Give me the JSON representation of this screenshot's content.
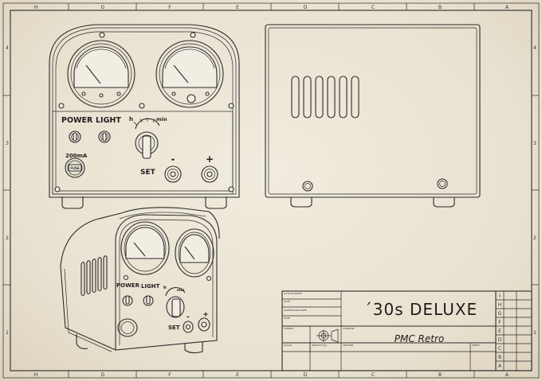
{
  "frame": {
    "zones_top": [
      "H",
      "G",
      "F",
      "E",
      "D",
      "C",
      "B",
      "A"
    ],
    "zones_bottom": [
      "H",
      "G",
      "F",
      "E",
      "D",
      "C",
      "B",
      "A"
    ],
    "zones_side": [
      "4",
      "3",
      "2",
      "1"
    ]
  },
  "front_view": {
    "power_label": "POWER",
    "light_label": "LIGHT",
    "set_label": "SET",
    "dial_h": "h",
    "dial_min": "min",
    "minus": "-",
    "plus": "+",
    "fuse_rating": "200mA",
    "fuse_cap": "FUSE"
  },
  "iso_view": {
    "power_label": "POWER",
    "light_label": "LIGHT",
    "set_label": "SET",
    "dial_h": "h",
    "dial_min": "min",
    "minus": "-",
    "plus": "+"
  },
  "title_block": {
    "title": "´30s DELUXE",
    "company_name": "PMC Retro",
    "fields": {
      "author": "AUTHOR NAME",
      "date1": "DATE",
      "supervisor": "SUPERVISOR NAME",
      "date2": "DATE",
      "format": "FORMAT",
      "company": "COMPANY",
      "scale": "SCALE",
      "weight": "WEIGHT (kg)",
      "version": "VERSION",
      "sheet": "SHEET"
    },
    "revision_letters": [
      "I",
      "H",
      "G",
      "F",
      "E",
      "D",
      "C",
      "B",
      "A"
    ]
  }
}
